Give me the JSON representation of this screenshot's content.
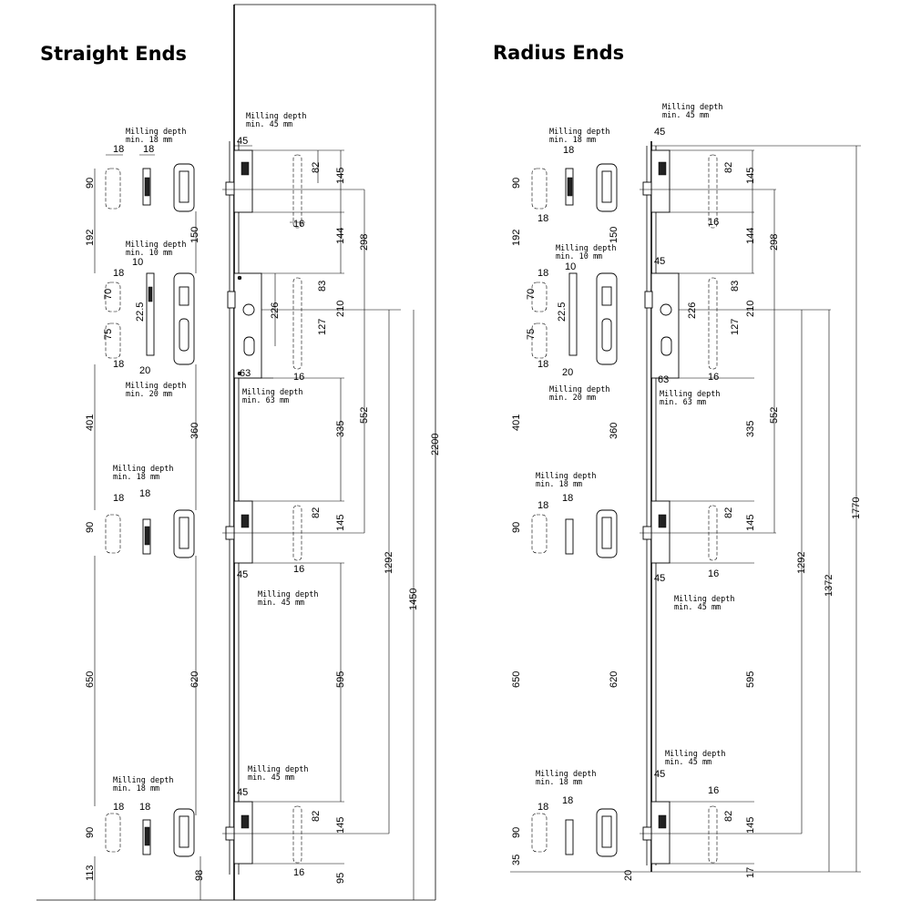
{
  "titles": {
    "left": "Straight Ends",
    "right": "Radius Ends"
  },
  "notes": {
    "milling_18_a": "Milling depth",
    "milling_18_b": "min. 18 mm",
    "milling_10_b": "min. 10 mm",
    "milling_20_b": "min. 20 mm",
    "milling_45_b": "min. 45 mm",
    "milling_63_b": "min. 63 mm"
  },
  "left": {
    "d45": "45",
    "d18": "18",
    "d10": "10",
    "d16": "16",
    "d20": "20",
    "d63": "63",
    "d82": "82",
    "d145": "145",
    "d90": "90",
    "d192": "192",
    "d150": "150",
    "d144": "144",
    "d298": "298",
    "d70": "70",
    "d83": "83",
    "d226": "226",
    "d22_5": "22.5",
    "d75": "75",
    "d127": "127",
    "d210": "210",
    "d401": "401",
    "d360": "360",
    "d335": "335",
    "d552": "552",
    "d1292": "1292",
    "d1450": "1450",
    "d2200": "2200",
    "d650": "650",
    "d620": "620",
    "d595": "595",
    "d113": "113",
    "d98": "98",
    "d95": "95"
  },
  "right": {
    "d1372": "1372",
    "d1770": "1770",
    "d35": "35",
    "d20": "20",
    "d17": "17"
  }
}
